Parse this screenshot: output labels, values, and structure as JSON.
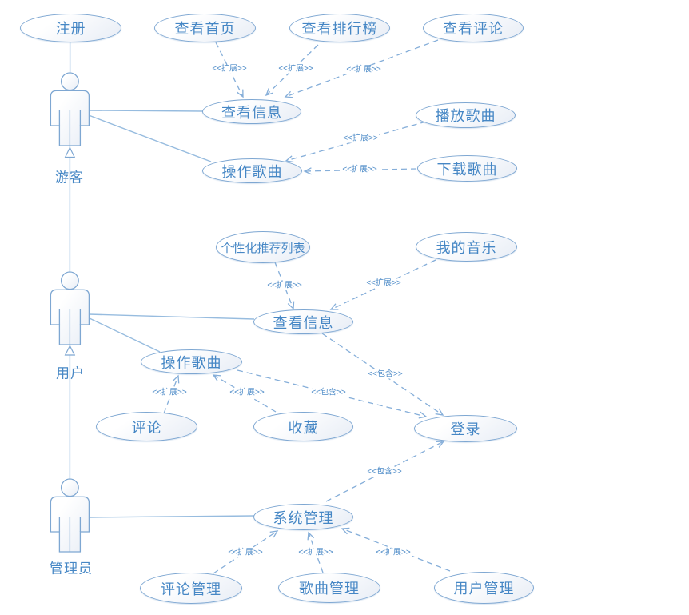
{
  "diagram": {
    "kind": "uml-use-case-diagram"
  },
  "stereotypes": {
    "extend": "<<扩展>>",
    "include": "<<包含>>"
  },
  "actors": [
    {
      "id": "visitor",
      "label": "游客"
    },
    {
      "id": "user",
      "label": "用户"
    },
    {
      "id": "admin",
      "label": "管理员"
    }
  ],
  "use_cases": [
    {
      "id": "register",
      "label": "注册"
    },
    {
      "id": "view-home",
      "label": "查看首页"
    },
    {
      "id": "view-ranking",
      "label": "查看排行榜"
    },
    {
      "id": "view-comments",
      "label": "查看评论"
    },
    {
      "id": "view-info-visitor",
      "label": "查看信息"
    },
    {
      "id": "play-song",
      "label": "播放歌曲"
    },
    {
      "id": "operate-song-visitor",
      "label": "操作歌曲"
    },
    {
      "id": "download-song",
      "label": "下载歌曲"
    },
    {
      "id": "personalized-list",
      "label": "个性化推荐列表"
    },
    {
      "id": "my-music",
      "label": "我的音乐"
    },
    {
      "id": "view-info-user",
      "label": "查看信息"
    },
    {
      "id": "operate-song-user",
      "label": "操作歌曲"
    },
    {
      "id": "comment",
      "label": "评论"
    },
    {
      "id": "favorite",
      "label": "收藏"
    },
    {
      "id": "login",
      "label": "登录"
    },
    {
      "id": "system-management",
      "label": "系统管理"
    },
    {
      "id": "comment-management",
      "label": "评论管理"
    },
    {
      "id": "song-management",
      "label": "歌曲管理"
    },
    {
      "id": "user-management",
      "label": "用户管理"
    }
  ],
  "relations": [
    {
      "from": "register",
      "to": "visitor",
      "type": "association"
    },
    {
      "from": "visitor",
      "to": "view-info-visitor",
      "type": "association"
    },
    {
      "from": "visitor",
      "to": "operate-song-visitor",
      "type": "association"
    },
    {
      "from": "user",
      "to": "visitor",
      "type": "generalization"
    },
    {
      "from": "admin",
      "to": "user",
      "type": "generalization"
    },
    {
      "from": "user",
      "to": "view-info-user",
      "type": "association"
    },
    {
      "from": "user",
      "to": "operate-song-user",
      "type": "association"
    },
    {
      "from": "admin",
      "to": "system-management",
      "type": "association"
    },
    {
      "from": "view-home",
      "to": "view-info-visitor",
      "type": "extend"
    },
    {
      "from": "view-ranking",
      "to": "view-info-visitor",
      "type": "extend"
    },
    {
      "from": "view-comments",
      "to": "view-info-visitor",
      "type": "extend"
    },
    {
      "from": "play-song",
      "to": "operate-song-visitor",
      "type": "extend"
    },
    {
      "from": "download-song",
      "to": "operate-song-visitor",
      "type": "extend"
    },
    {
      "from": "personalized-list",
      "to": "view-info-user",
      "type": "extend"
    },
    {
      "from": "my-music",
      "to": "view-info-user",
      "type": "extend"
    },
    {
      "from": "comment",
      "to": "operate-song-user",
      "type": "extend"
    },
    {
      "from": "favorite",
      "to": "operate-song-user",
      "type": "extend"
    },
    {
      "from": "view-info-user",
      "to": "login",
      "type": "include"
    },
    {
      "from": "operate-song-user",
      "to": "login",
      "type": "include"
    },
    {
      "from": "system-management",
      "to": "login",
      "type": "include"
    },
    {
      "from": "comment-management",
      "to": "system-management",
      "type": "extend"
    },
    {
      "from": "song-management",
      "to": "system-management",
      "type": "extend"
    },
    {
      "from": "user-management",
      "to": "system-management",
      "type": "extend"
    }
  ],
  "colors": {
    "node_stroke": "#7ea7d2",
    "node_fill_top": "#ffffff",
    "node_fill_bottom": "#e9eef6",
    "text": "#4687c5",
    "solid_line": "#97bcdf",
    "dashed_line": "#85aed9"
  }
}
